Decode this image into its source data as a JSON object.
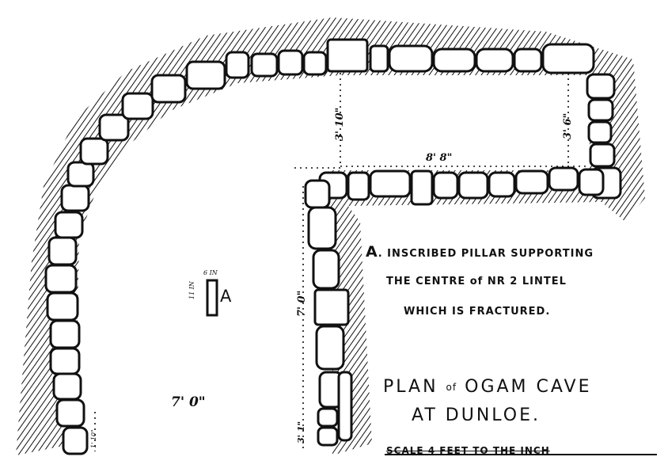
{
  "note": {
    "marker": "A",
    "line1": ". INSCRIBED PILLAR SUPPORTING",
    "line2": "THE CENTRE of NR 2 LINTEL",
    "line3": "WHICH IS FRACTURED."
  },
  "title": {
    "plan": "PLAN",
    "of": "of",
    "rest": "OGAM CAVE",
    "line2": "AT DUNLOE."
  },
  "scale": "SCALE 4 FEET TO THE INCH",
  "pillar": {
    "label": "A",
    "dim_top": "6 IN",
    "dim_side": "11 IN"
  },
  "dimensions": {
    "floor_width": "7' 0\"",
    "inner_height": "7' 0\"",
    "recess_length": "8' 8\"",
    "recess_depth_left": "3' 10\"",
    "recess_depth_right": "3' 6\"",
    "entrance": "3' 1\"",
    "left_wall": "1' 10\""
  }
}
